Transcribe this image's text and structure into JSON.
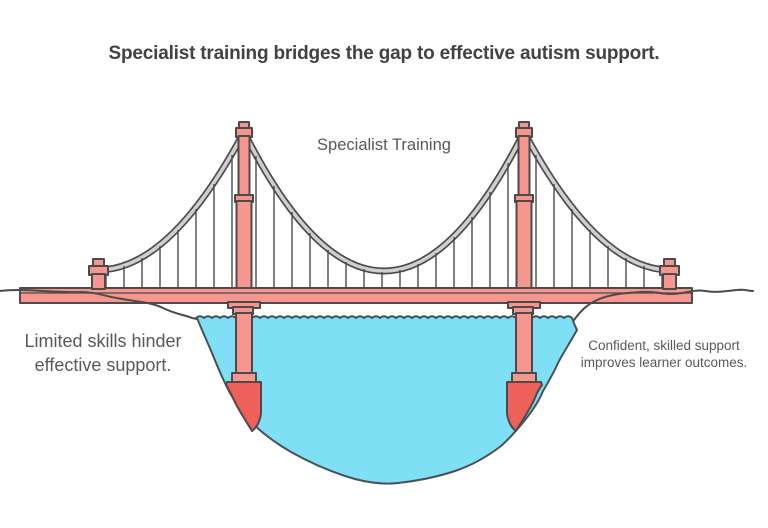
{
  "page": {
    "background": "#ffffff",
    "title": "Specialist training bridges the gap to effective autism support."
  },
  "bridge": {
    "label": "Specialist Training",
    "left_caption": {
      "line1": "Limited skills hinder",
      "line2": "effective support."
    },
    "right_caption": {
      "line1": "Confident, skilled support",
      "line2": "improves learner outcomes."
    }
  },
  "colors": {
    "structure_salmon": "#f6968e",
    "footing_red": "#ee615b",
    "water_cyan": "#7edff5",
    "outline_dark": "#4b4b4b",
    "cable_gray": "#cfcfcf",
    "title_text": "#424242",
    "caption_text": "#595959"
  }
}
